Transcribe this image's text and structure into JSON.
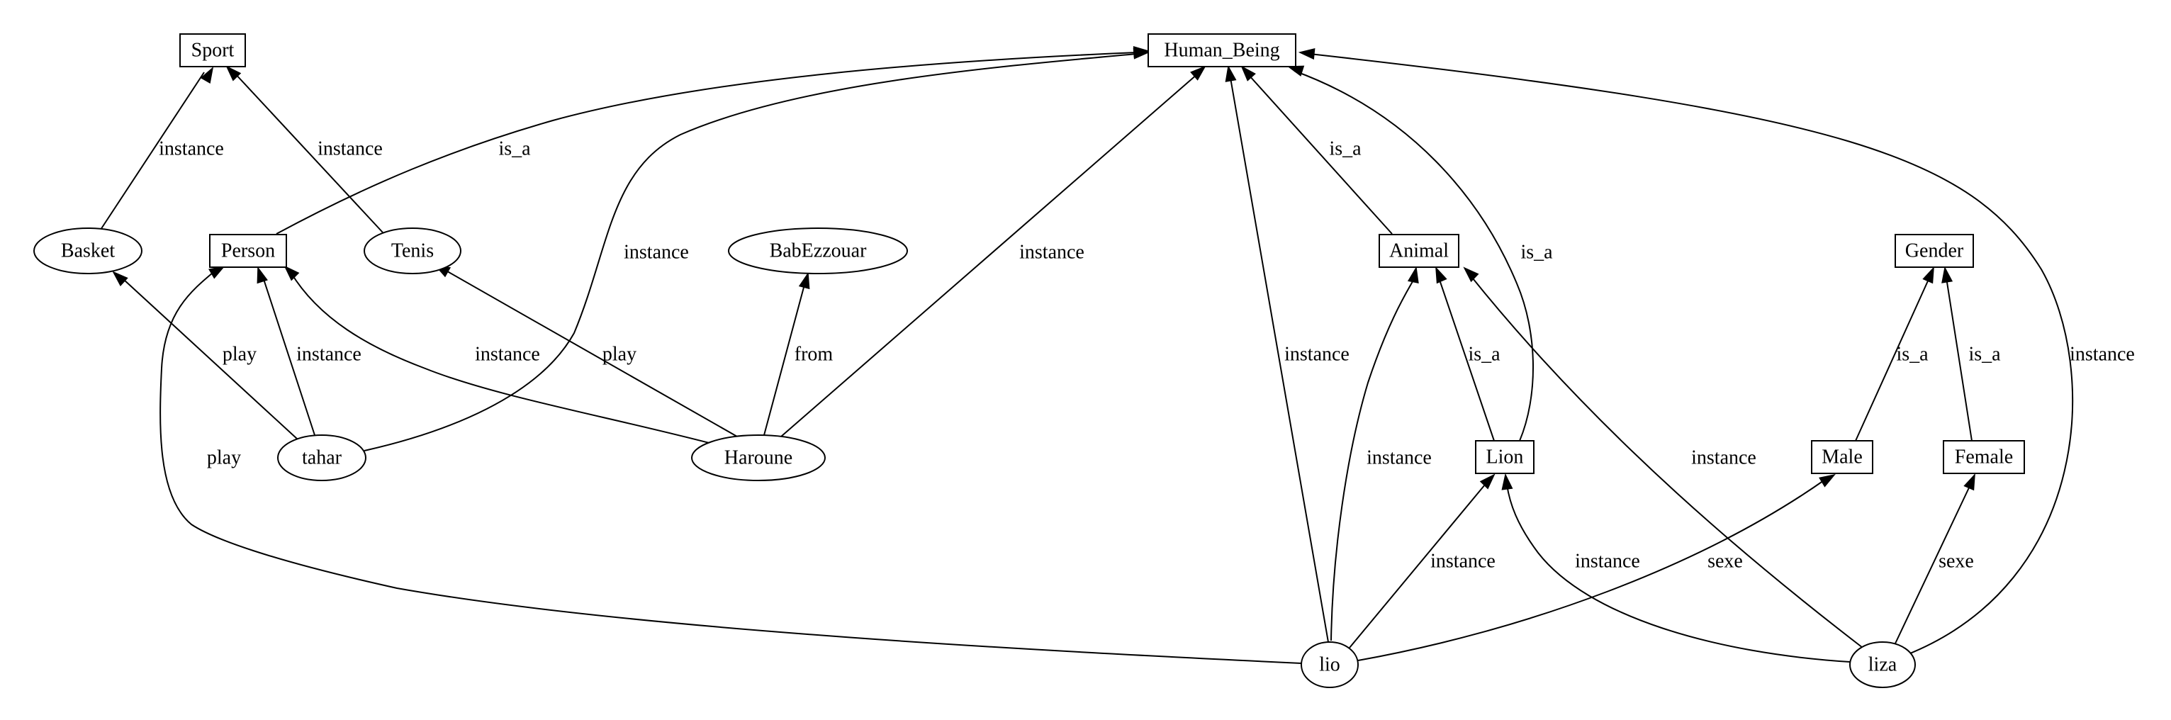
{
  "nodes": [
    {
      "id": "sport",
      "label": "Sport",
      "shape": "box"
    },
    {
      "id": "human_being",
      "label": "Human_Being",
      "shape": "box"
    },
    {
      "id": "basket",
      "label": "Basket",
      "shape": "ellipse"
    },
    {
      "id": "person",
      "label": "Person",
      "shape": "box"
    },
    {
      "id": "tenis",
      "label": "Tenis",
      "shape": "ellipse"
    },
    {
      "id": "babezzouar",
      "label": "BabEzzouar",
      "shape": "ellipse"
    },
    {
      "id": "animal",
      "label": "Animal",
      "shape": "box"
    },
    {
      "id": "gender",
      "label": "Gender",
      "shape": "box"
    },
    {
      "id": "tahar",
      "label": "tahar",
      "shape": "ellipse"
    },
    {
      "id": "haroune",
      "label": "Haroune",
      "shape": "ellipse"
    },
    {
      "id": "lion",
      "label": "Lion",
      "shape": "box"
    },
    {
      "id": "male",
      "label": "Male",
      "shape": "box"
    },
    {
      "id": "female",
      "label": "Female",
      "shape": "box"
    },
    {
      "id": "lio",
      "label": "lio",
      "shape": "ellipse"
    },
    {
      "id": "liza",
      "label": "liza",
      "shape": "ellipse"
    }
  ],
  "edges": [
    {
      "from": "basket",
      "to": "sport",
      "label": "instance"
    },
    {
      "from": "tenis",
      "to": "sport",
      "label": "instance"
    },
    {
      "from": "person",
      "to": "human_being",
      "label": "is_a"
    },
    {
      "from": "tahar",
      "to": "human_being",
      "label": "instance"
    },
    {
      "from": "haroune",
      "to": "human_being",
      "label": "instance"
    },
    {
      "from": "animal",
      "to": "human_being",
      "label": "is_a"
    },
    {
      "from": "lion",
      "to": "human_being",
      "label": "is_a"
    },
    {
      "from": "lio",
      "to": "human_being",
      "label": "instance"
    },
    {
      "from": "liza",
      "to": "human_being",
      "label": "instance"
    },
    {
      "from": "tahar",
      "to": "basket",
      "label": "play"
    },
    {
      "from": "tahar",
      "to": "person",
      "label": "instance"
    },
    {
      "from": "haroune",
      "to": "person",
      "label": "instance"
    },
    {
      "from": "haroune",
      "to": "tenis",
      "label": "play"
    },
    {
      "from": "haroune",
      "to": "babezzouar",
      "label": "from"
    },
    {
      "from": "lio",
      "to": "person",
      "label": "play"
    },
    {
      "from": "lion",
      "to": "animal",
      "label": "is_a"
    },
    {
      "from": "lio",
      "to": "animal",
      "label": "instance"
    },
    {
      "from": "liza",
      "to": "animal",
      "label": "instance"
    },
    {
      "from": "male",
      "to": "gender",
      "label": "is_a"
    },
    {
      "from": "female",
      "to": "gender",
      "label": "is_a"
    },
    {
      "from": "lio",
      "to": "lion",
      "label": "instance"
    },
    {
      "from": "liza",
      "to": "lion",
      "label": "instance"
    },
    {
      "from": "lio",
      "to": "male",
      "label": "sexe"
    },
    {
      "from": "liza",
      "to": "female",
      "label": "sexe"
    }
  ]
}
